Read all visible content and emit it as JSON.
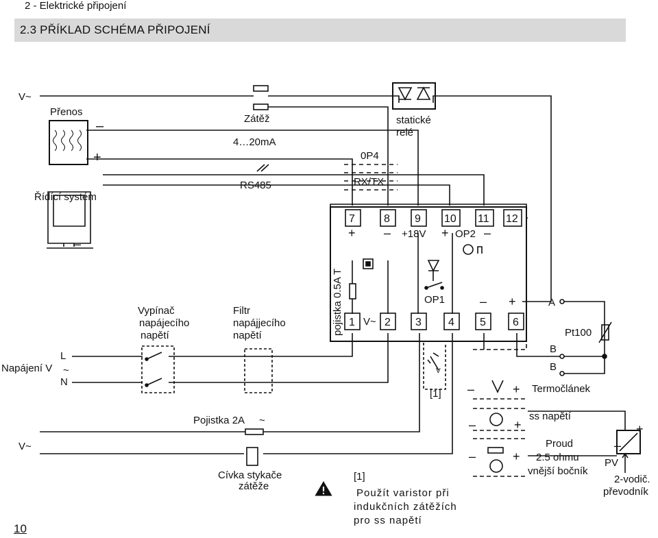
{
  "header": {
    "breadcrumb": "2 - Elektrické připojení",
    "section_title": "2.3  PŘÍKLAD SCHÉMA PŘIPOJENÍ"
  },
  "footer": {
    "page_number": "10"
  },
  "diagram": {
    "labels": {
      "v_top": "V~",
      "v_bottom": "V~",
      "prenos": "Přenos",
      "ridici_system": "Řídící systém",
      "zatez": "Zátěž",
      "current_loop": "4…20mA",
      "rs485": "RS485",
      "op4": "0P4",
      "rxtx": "RX/TX",
      "staticke": "statické",
      "rele": "relé",
      "napajeni": "Napájení V",
      "napajeni_tilde": "~",
      "phase_l": "L",
      "phase_n": "N",
      "vypinac_1": "Vypínač",
      "vypinac_2": "napájecího",
      "vypinac_3": "napětí",
      "filtr_1": "Filtr",
      "filtr_2": "napájjecího",
      "filtr_3": "napětí",
      "pojistka_internal": "pojistka 0.5A  T",
      "pojistka_2a": "Pojistka 2A",
      "pojistka_2a_tilde": "~",
      "civka_1": "Cívka stykače",
      "civka_2": "zátěže",
      "plus_18v": "+18V",
      "op2": "OP2",
      "op1": "OP1",
      "v_tilde_terminal": "V~",
      "footnote_ref": "[1]",
      "varistor_v": "V",
      "pt100": "Pt100",
      "term_a": "A",
      "term_b1": "B",
      "term_b2": "B",
      "termoclanek": "Termočlánek",
      "ss_napeti": "ss napětí",
      "proud": "Proud",
      "bocnik_1": "2.5 ohmu",
      "bocnik_2": "vnější bočník",
      "pv": "PV",
      "prevodnik_1": "2-vodič.",
      "prevodnik_2": "převodník",
      "note_ref": "[1]",
      "note_1": "Použít varistor při",
      "note_2": "indukčních zátěžích",
      "note_3": "pro ss napětí",
      "plus": "+",
      "minus": "–"
    },
    "terminals_top": [
      "7",
      "8",
      "9",
      "10",
      "11",
      "12"
    ],
    "terminals_bottom": [
      "1",
      "2",
      "3",
      "4",
      "5",
      "6"
    ]
  }
}
